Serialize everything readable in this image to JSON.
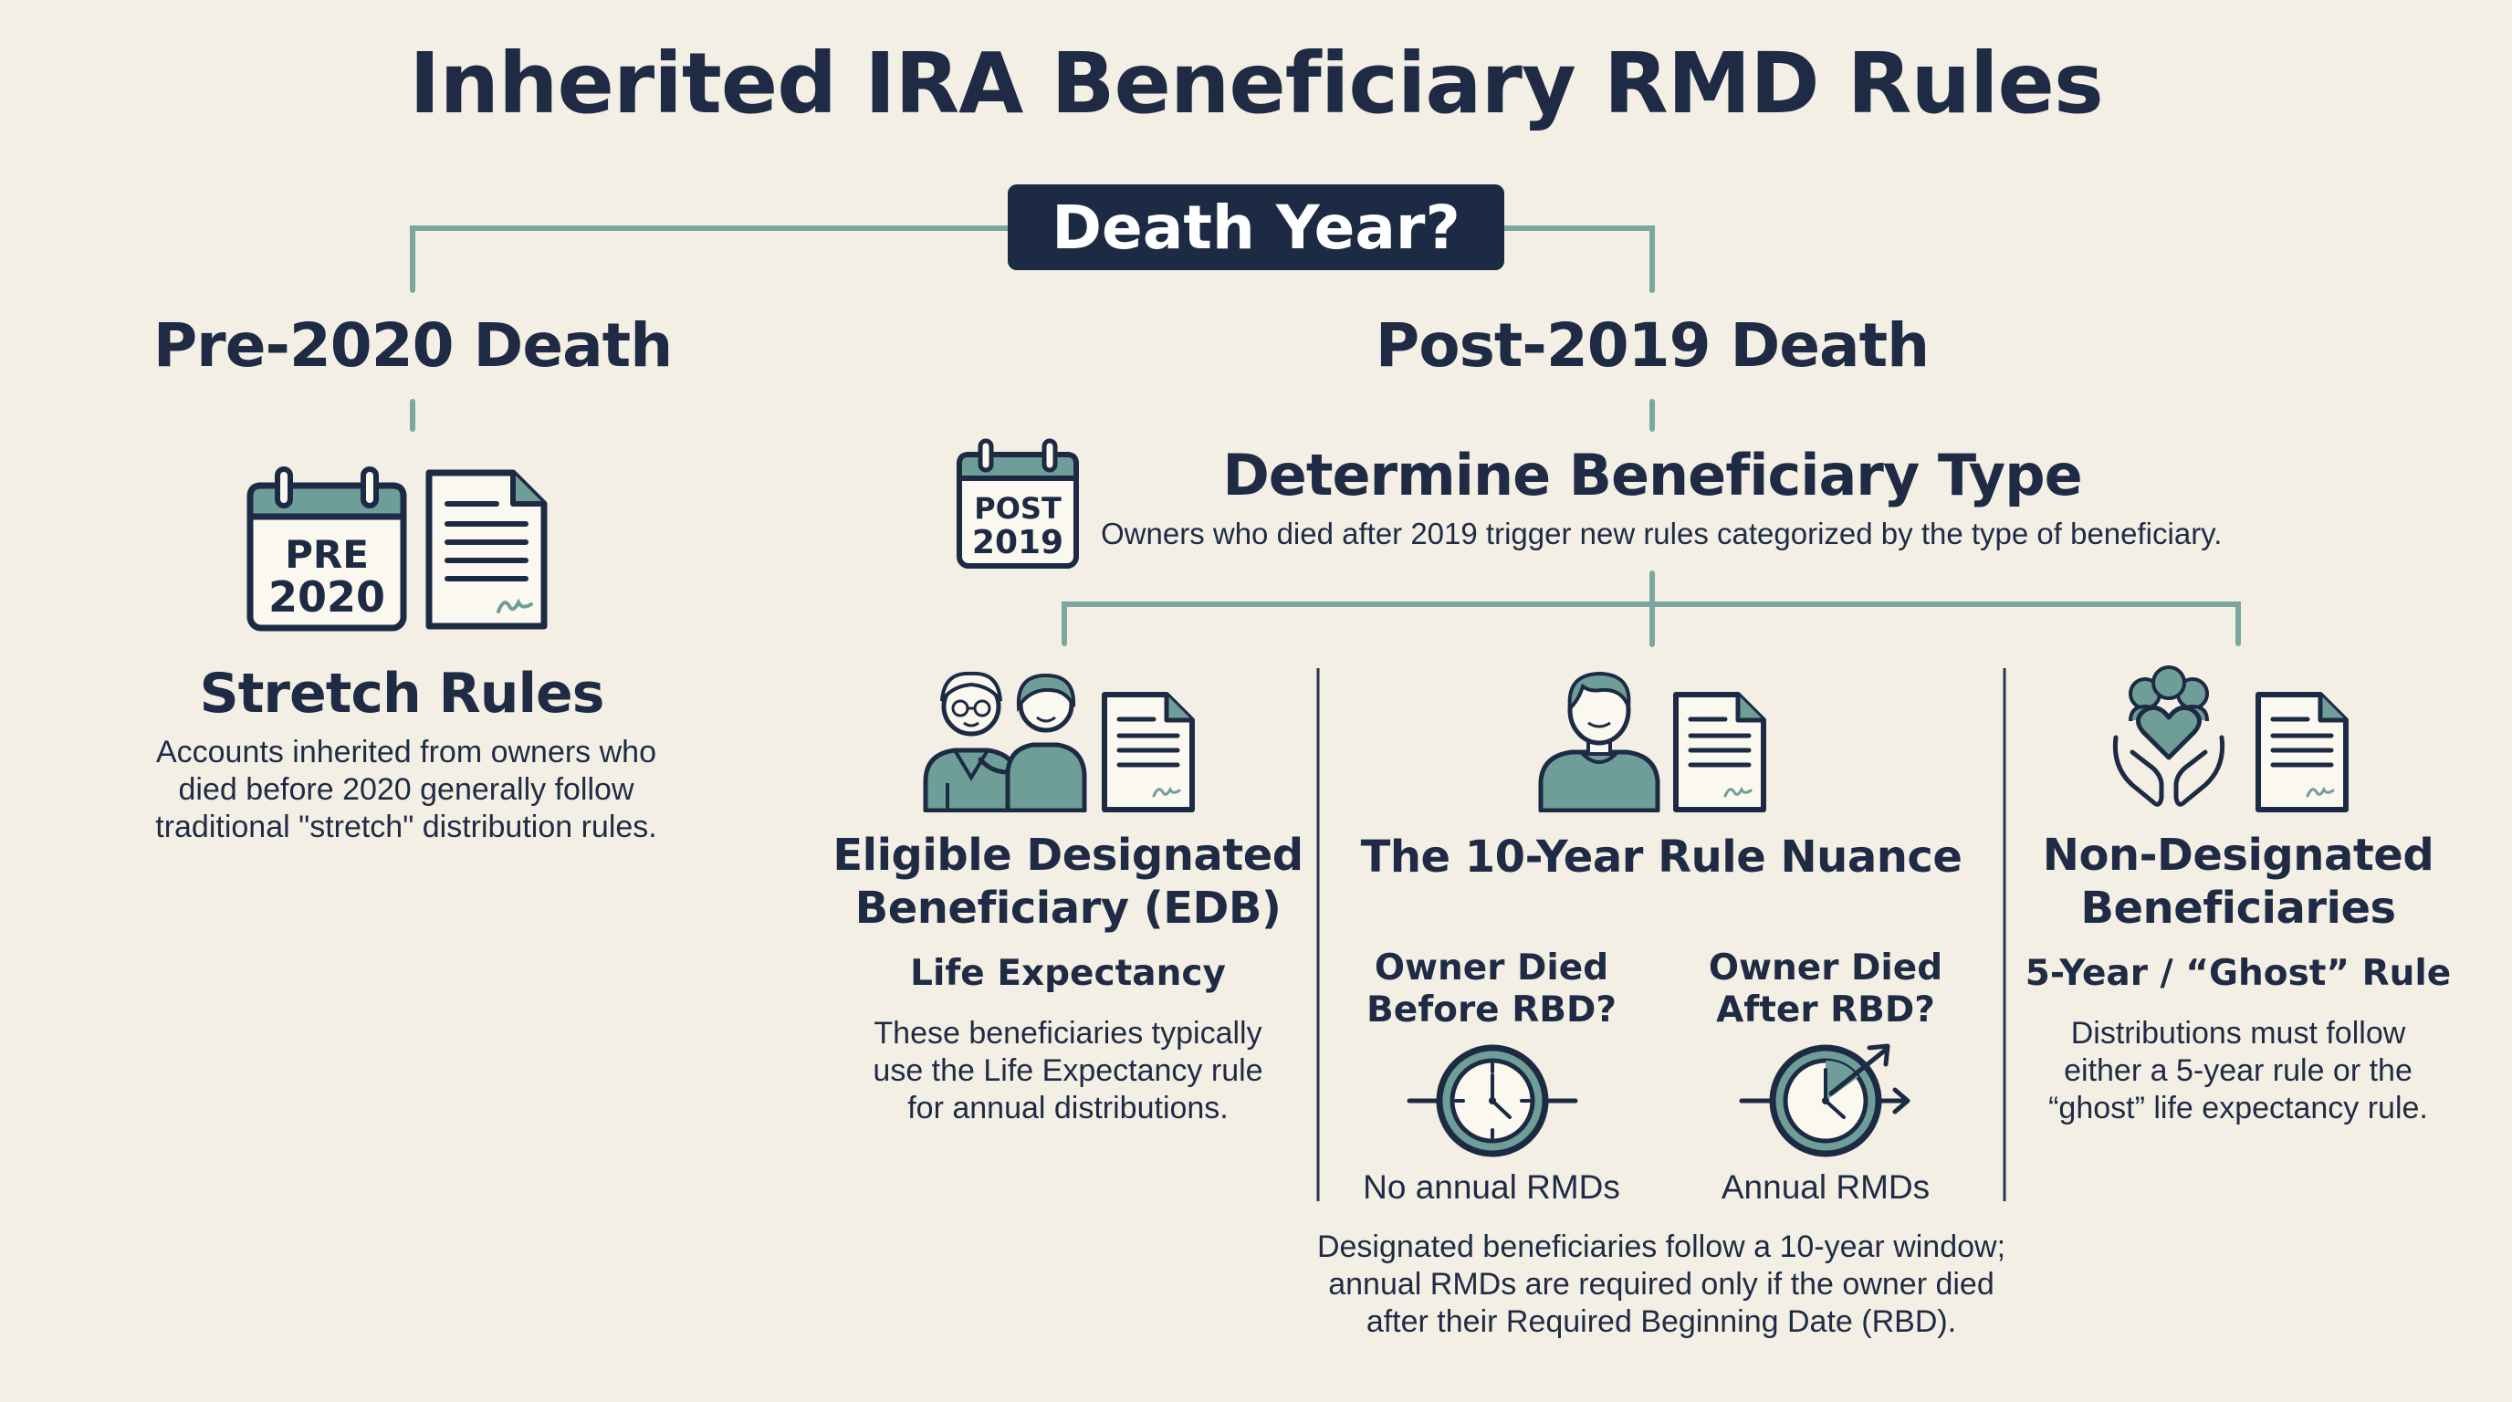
{
  "title": "Inherited IRA Beneficiary RMD Rules",
  "root": {
    "label": "Death Year?"
  },
  "pre": {
    "heading": "Pre-2020 Death",
    "calendar_line1": "PRE",
    "calendar_line2": "2020",
    "rule_title": "Stretch Rules",
    "desc": [
      "Accounts inherited from owners who",
      "died before 2020 generally follow",
      "traditional \"stretch\" distribution rules."
    ]
  },
  "post": {
    "heading": "Post-2019 Death",
    "calendar_line1": "POST",
    "calendar_line2": "2019",
    "subheading": "Determine Beneficiary Type",
    "subdesc": "Owners who died after 2019 trigger new rules categorized by the type of beneficiary."
  },
  "edb": {
    "title": [
      "Eligible Designated",
      "Beneficiary (EDB)"
    ],
    "rule": "Life Expectancy",
    "desc": [
      "These beneficiaries typically",
      "use the Life Expectancy rule",
      "for annual distributions."
    ]
  },
  "ten_year": {
    "title": "The 10-Year Rule Nuance",
    "before": {
      "question": [
        "Owner Died",
        "Before RBD?"
      ],
      "result": "No annual RMDs"
    },
    "after": {
      "question": [
        "Owner Died",
        "After RBD?"
      ],
      "result": "Annual RMDs"
    },
    "desc": [
      "Designated beneficiaries follow a 10-year window;",
      "annual RMDs are required only if the owner died",
      "after their Required Beginning Date (RBD)."
    ]
  },
  "ndb": {
    "title": [
      "Non-Designated",
      "Beneficiaries"
    ],
    "rule": "5-Year / “Ghost” Rule",
    "desc": [
      "Distributions must follow",
      "either a 5-year rule or the",
      "“ghost” life expectancy rule."
    ]
  },
  "colors": {
    "background": "#f3efe4",
    "navy": "#1d2a44",
    "teal": "#6f9e98",
    "teal_light": "#8fb7b1"
  }
}
